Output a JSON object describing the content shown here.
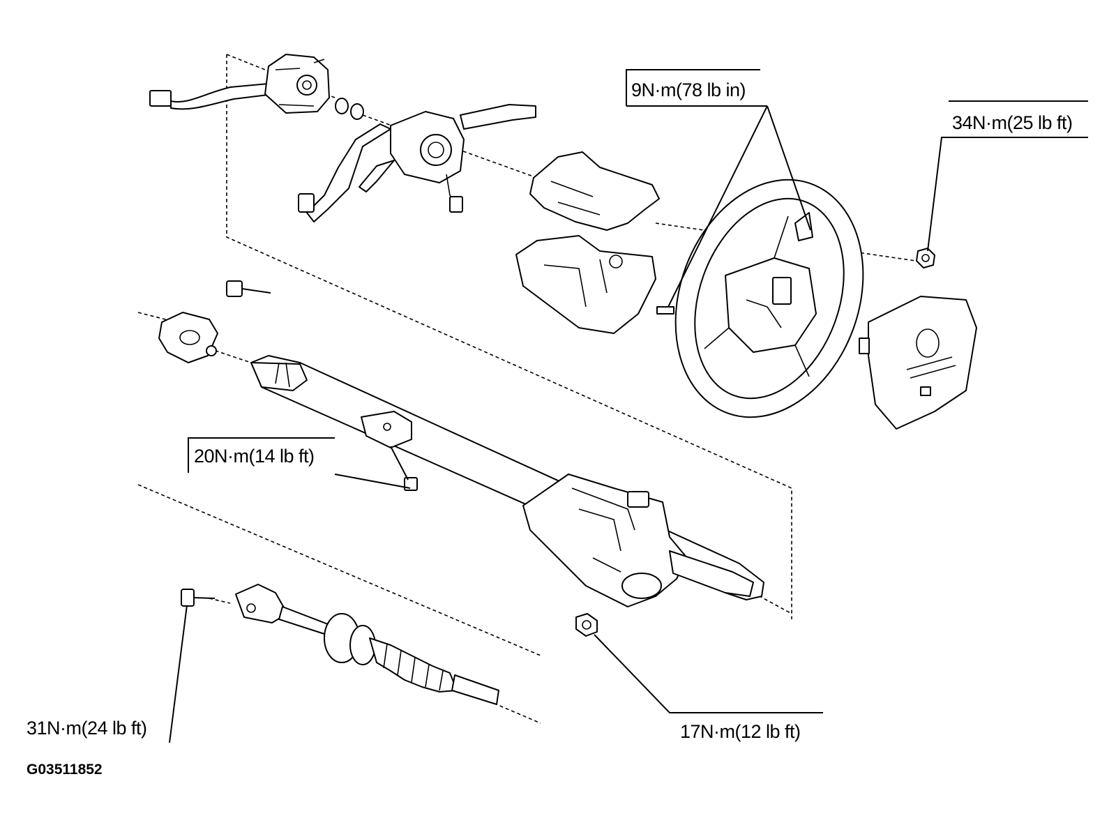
{
  "torque_specs": {
    "steering_wheel_bolt": "9N·m(78 lb in)",
    "steering_wheel_nut": "34N·m(25 lb ft)",
    "column_mount_bolt": "20N·m(14 lb ft)",
    "intermediate_shaft_bolt": "31N·m(24 lb ft)",
    "column_mount_nut": "17N·m(12 lb ft)"
  },
  "figure_id": "G03511852"
}
